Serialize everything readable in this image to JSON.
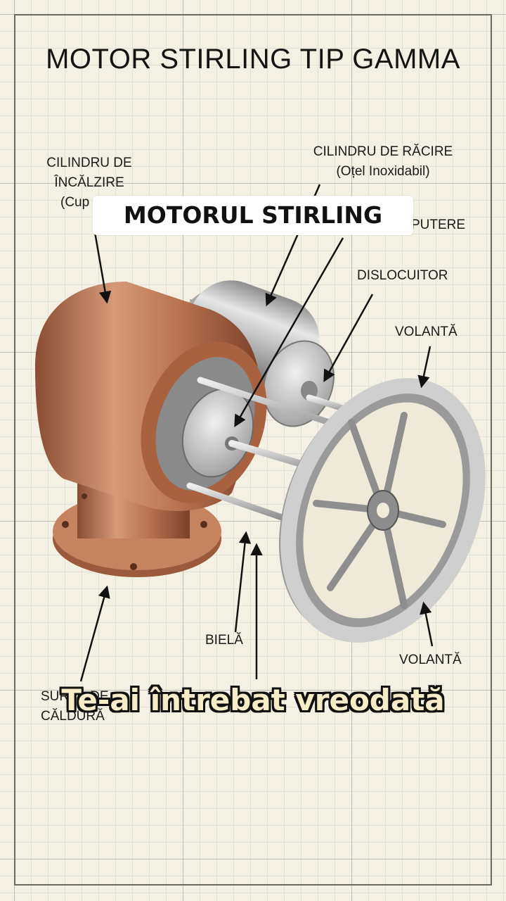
{
  "diagram": {
    "title": "MOTOR STIRLING TIP GAMMA",
    "labels": {
      "heating_cylinder_line1": "CILINDRU DE",
      "heating_cylinder_line2": "ÎNCĂLZIRE",
      "heating_cylinder_line3": "(Cup",
      "cooling_cylinder_line1": "CILINDRU DE RĂCIRE",
      "cooling_cylinder_line2": "(Oțel Inoxidabil)",
      "power_piston_partial": "PUTERE",
      "displacer": "DISLOCUITOR",
      "flywheel_top": "VOLANTĂ",
      "connecting_rod": "BIELĂ",
      "flywheel_bottom": "VOLANTĂ",
      "heat_source_line1": "SUR",
      "heat_source_line1_end": "DE",
      "heat_source_line2": "CĂLDURĂ"
    }
  },
  "overlay": {
    "caption": "MOTORUL STIRLING",
    "subtitle": "Te-ai întrebat vreodată"
  },
  "colors": {
    "copper": "#b87352",
    "steel": "#b9b9b9",
    "grid": "#8a8a8a",
    "paper": "#f4f0e4"
  }
}
